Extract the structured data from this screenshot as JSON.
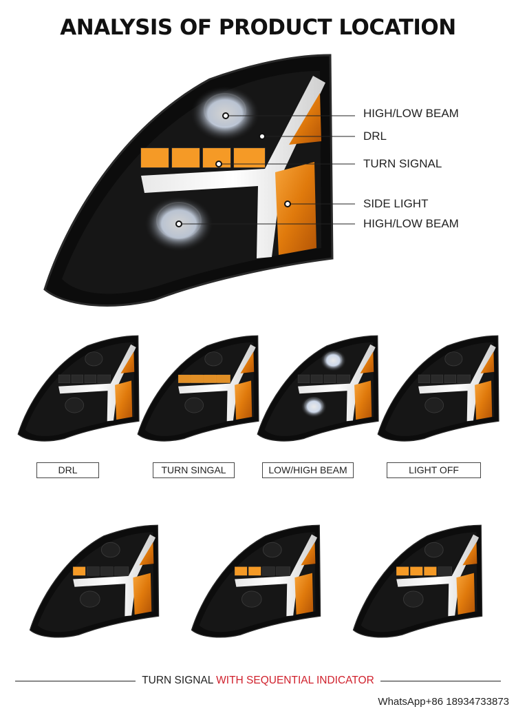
{
  "title": "ANALYSIS OF PRODUCT LOCATION",
  "callouts": [
    {
      "label": "HIGH/LOW BEAM"
    },
    {
      "label": "DRL"
    },
    {
      "label": "TURN SIGNAL"
    },
    {
      "label": "SIDE LIGHT"
    },
    {
      "label": "HIGH/LOW BEAM"
    }
  ],
  "states": [
    {
      "label": "DRL"
    },
    {
      "label": "TURN SINGAL"
    },
    {
      "label": "LOW/HIGH BEAM"
    },
    {
      "label": "LIGHT OFF"
    }
  ],
  "footer": {
    "text_black": "TURN SIGNAL ",
    "text_red": "WITH SEQUENTIAL INDICATOR"
  },
  "contact": "WhatsApp+86 18934733873",
  "colors": {
    "housing": "#111111",
    "amber": "#f08a12",
    "drl_white": "#f2f2f2",
    "accent_red": "#d0202c"
  }
}
